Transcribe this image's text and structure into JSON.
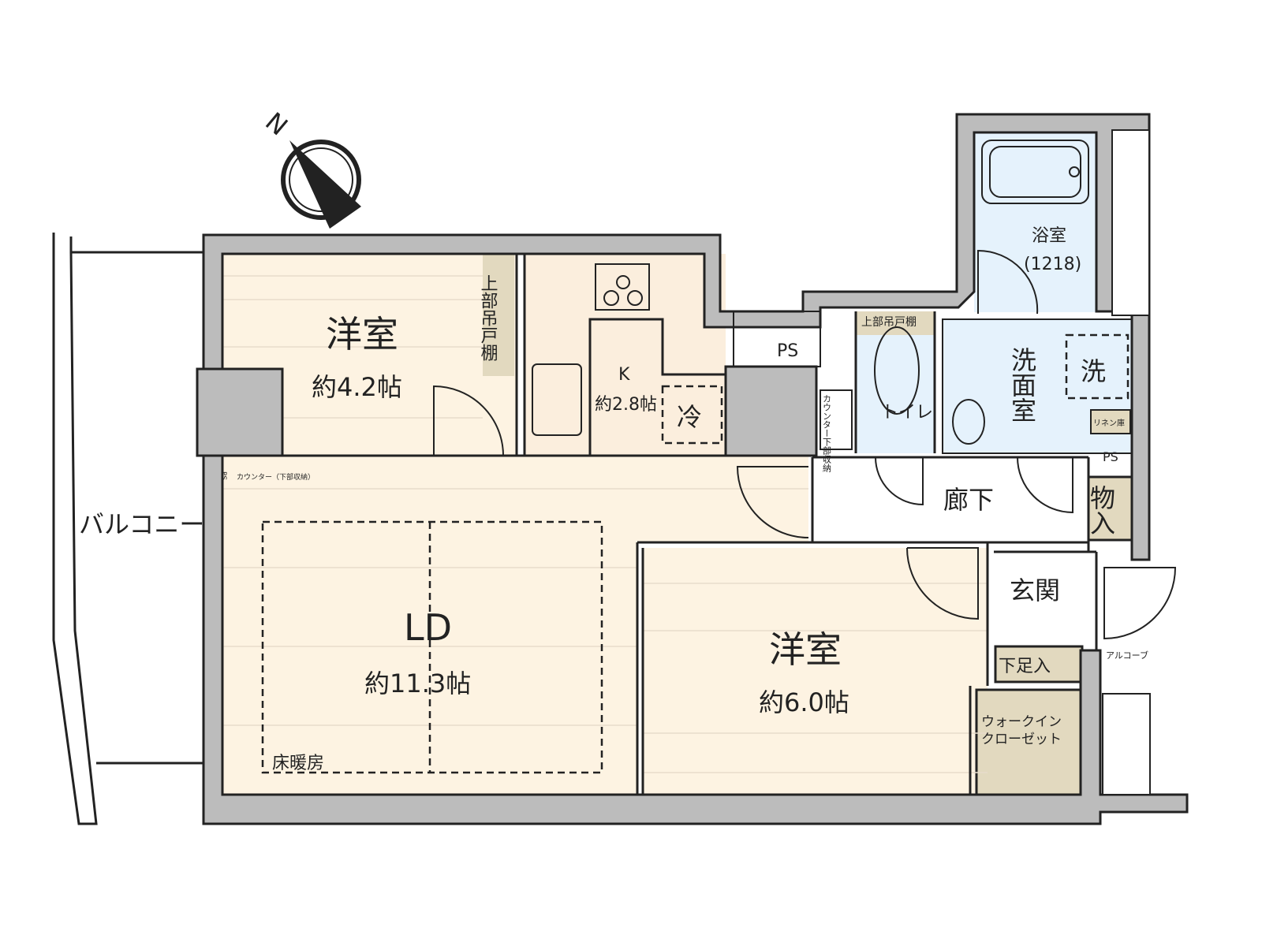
{
  "compass": {
    "north_label": "N"
  },
  "rooms": {
    "western_room_1": {
      "name": "洋室",
      "size": "約4.2帖"
    },
    "upper_cabinet_1": "上部吊戸棚",
    "kitchen": {
      "name": "K",
      "size": "約2.8帖"
    },
    "fridge": "冷",
    "ps_1": "PS",
    "upper_cabinet_2": "上部吊戸棚",
    "counter_storage_1": "カウンター下部収納",
    "toilet": "トイレ",
    "bathroom": {
      "name": "浴室",
      "spec": "(1218)"
    },
    "washroom": "洗面室",
    "washer": "洗",
    "linen": "リネン庫",
    "ps_2": "PS",
    "storage": "物入",
    "hallway": "廊下",
    "ps_3": "PS",
    "counter_storage_2": "カウンター（下部収納）",
    "balcony": "バルコニー",
    "ld": {
      "name": "LD",
      "size": "約11.3帖"
    },
    "floor_heating": "床暖房",
    "western_room_2": {
      "name": "洋室",
      "size": "約6.0帖"
    },
    "entrance": "玄関",
    "shoe_storage": "下足入",
    "walk_in_closet": "ウォークインクローゼット",
    "alcove": "アルコーブ"
  },
  "colors": {
    "wall": "#bcbcbc",
    "living": "#fdf3e2",
    "wet": "#e5f2fc",
    "storage": "#e2d9bf"
  }
}
